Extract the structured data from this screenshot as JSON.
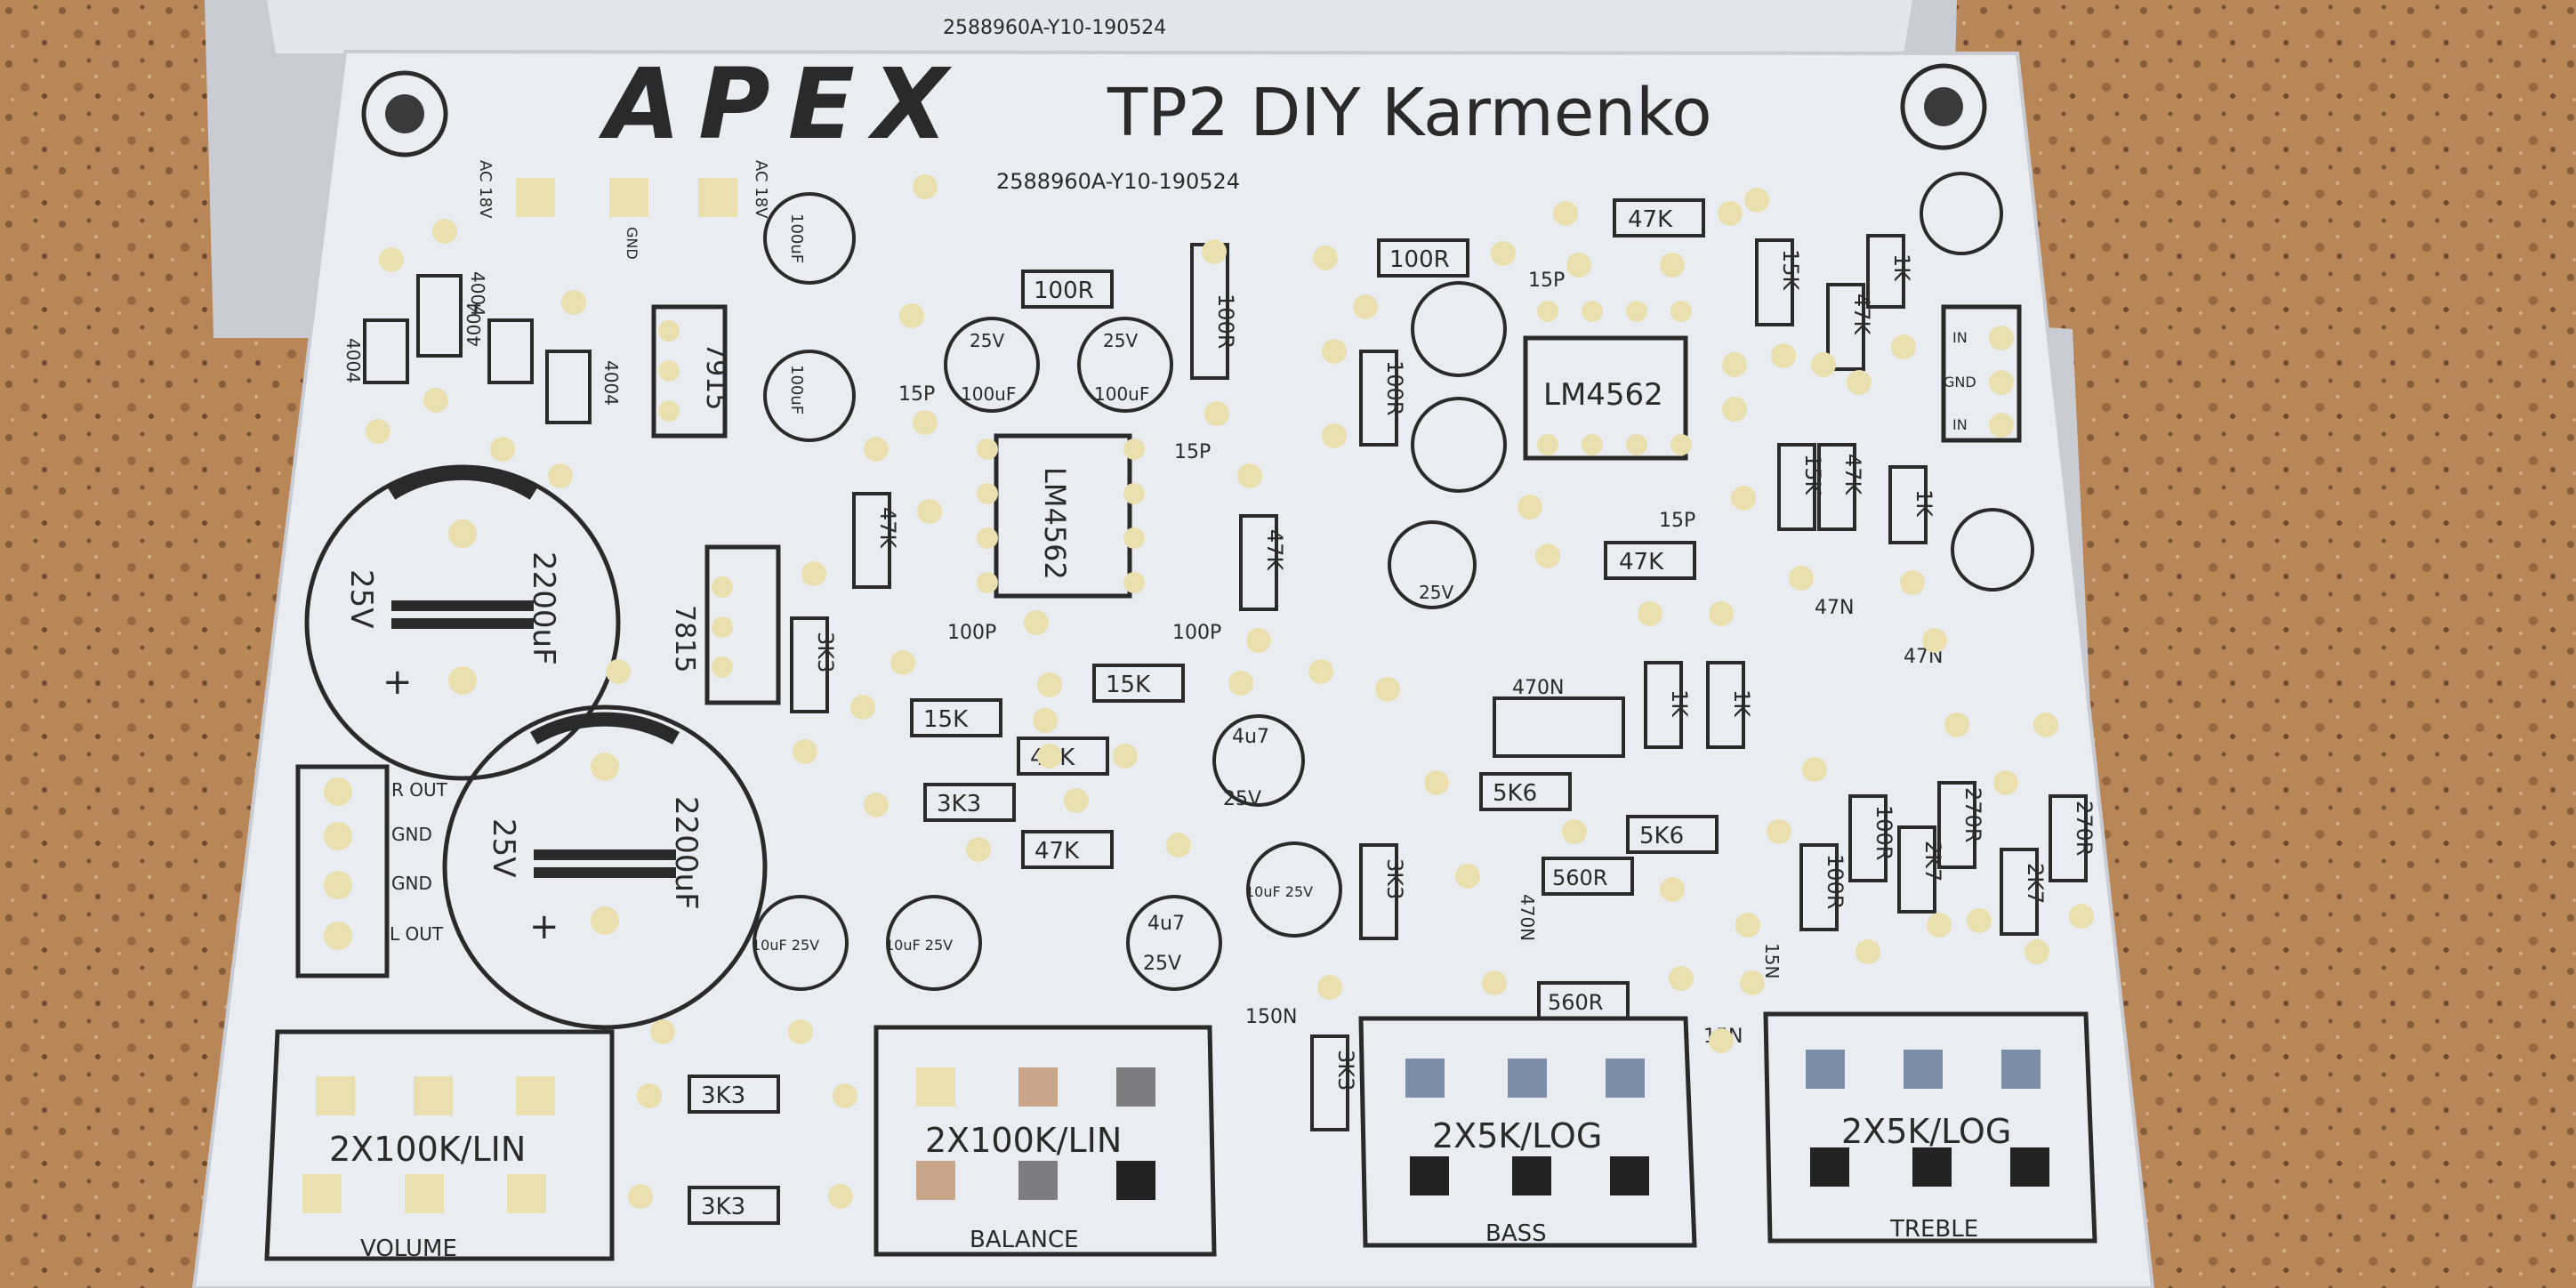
{
  "photo": {
    "subject": "pcb",
    "colors": {
      "wall": "#b98658",
      "wall_dark": "#6e4a2c",
      "board": "#e9ecf1",
      "board_shadow": "#c9ccd2",
      "silk": "#2a2a2a",
      "pad": "#eadfae",
      "pad_hole": "#ffffff"
    },
    "board_title": {
      "logo": "APEX",
      "model": "TP2 DIY Karmenko",
      "code": "2588960A-Y10-190524"
    },
    "power": {
      "ac_left": "AC 18V",
      "gnd": "GND",
      "ac_right": "AC 18V",
      "diode": "4004",
      "reg_neg": "7915",
      "reg_pos": "7815",
      "filter_cap": "2200uF",
      "filter_volt": "25V",
      "plus": "+"
    },
    "output_header": [
      "R OUT",
      "GND",
      "GND",
      "L OUT"
    ],
    "input_header": [
      "IN",
      "GND",
      "IN"
    ],
    "opamp": "LM4562",
    "components": {
      "r100": "100R",
      "r47k": "47K",
      "r15k": "15K",
      "r3k3": "3K3",
      "r1k": "1K",
      "r5k6": "5K6",
      "r560": "560R",
      "r2k7": "2K7",
      "r270": "270R",
      "c15p": "15P",
      "c100p": "100P",
      "c47n": "47N",
      "c470n": "470N",
      "c150n": "150N",
      "c15n": "15N",
      "e100u": "100uF",
      "e25v": "25V",
      "e4u7": "4u7",
      "e10u": "10uF",
      "e25v_inline": "10uF 25V"
    },
    "pots": [
      {
        "value": "2X100K/LIN",
        "label": "VOLUME"
      },
      {
        "value": "2X100K/LIN",
        "label": "BALANCE"
      },
      {
        "value": "2X5K/LOG",
        "label": "BASS"
      },
      {
        "value": "2X5K/LOG",
        "label": "TREBLE"
      }
    ]
  }
}
